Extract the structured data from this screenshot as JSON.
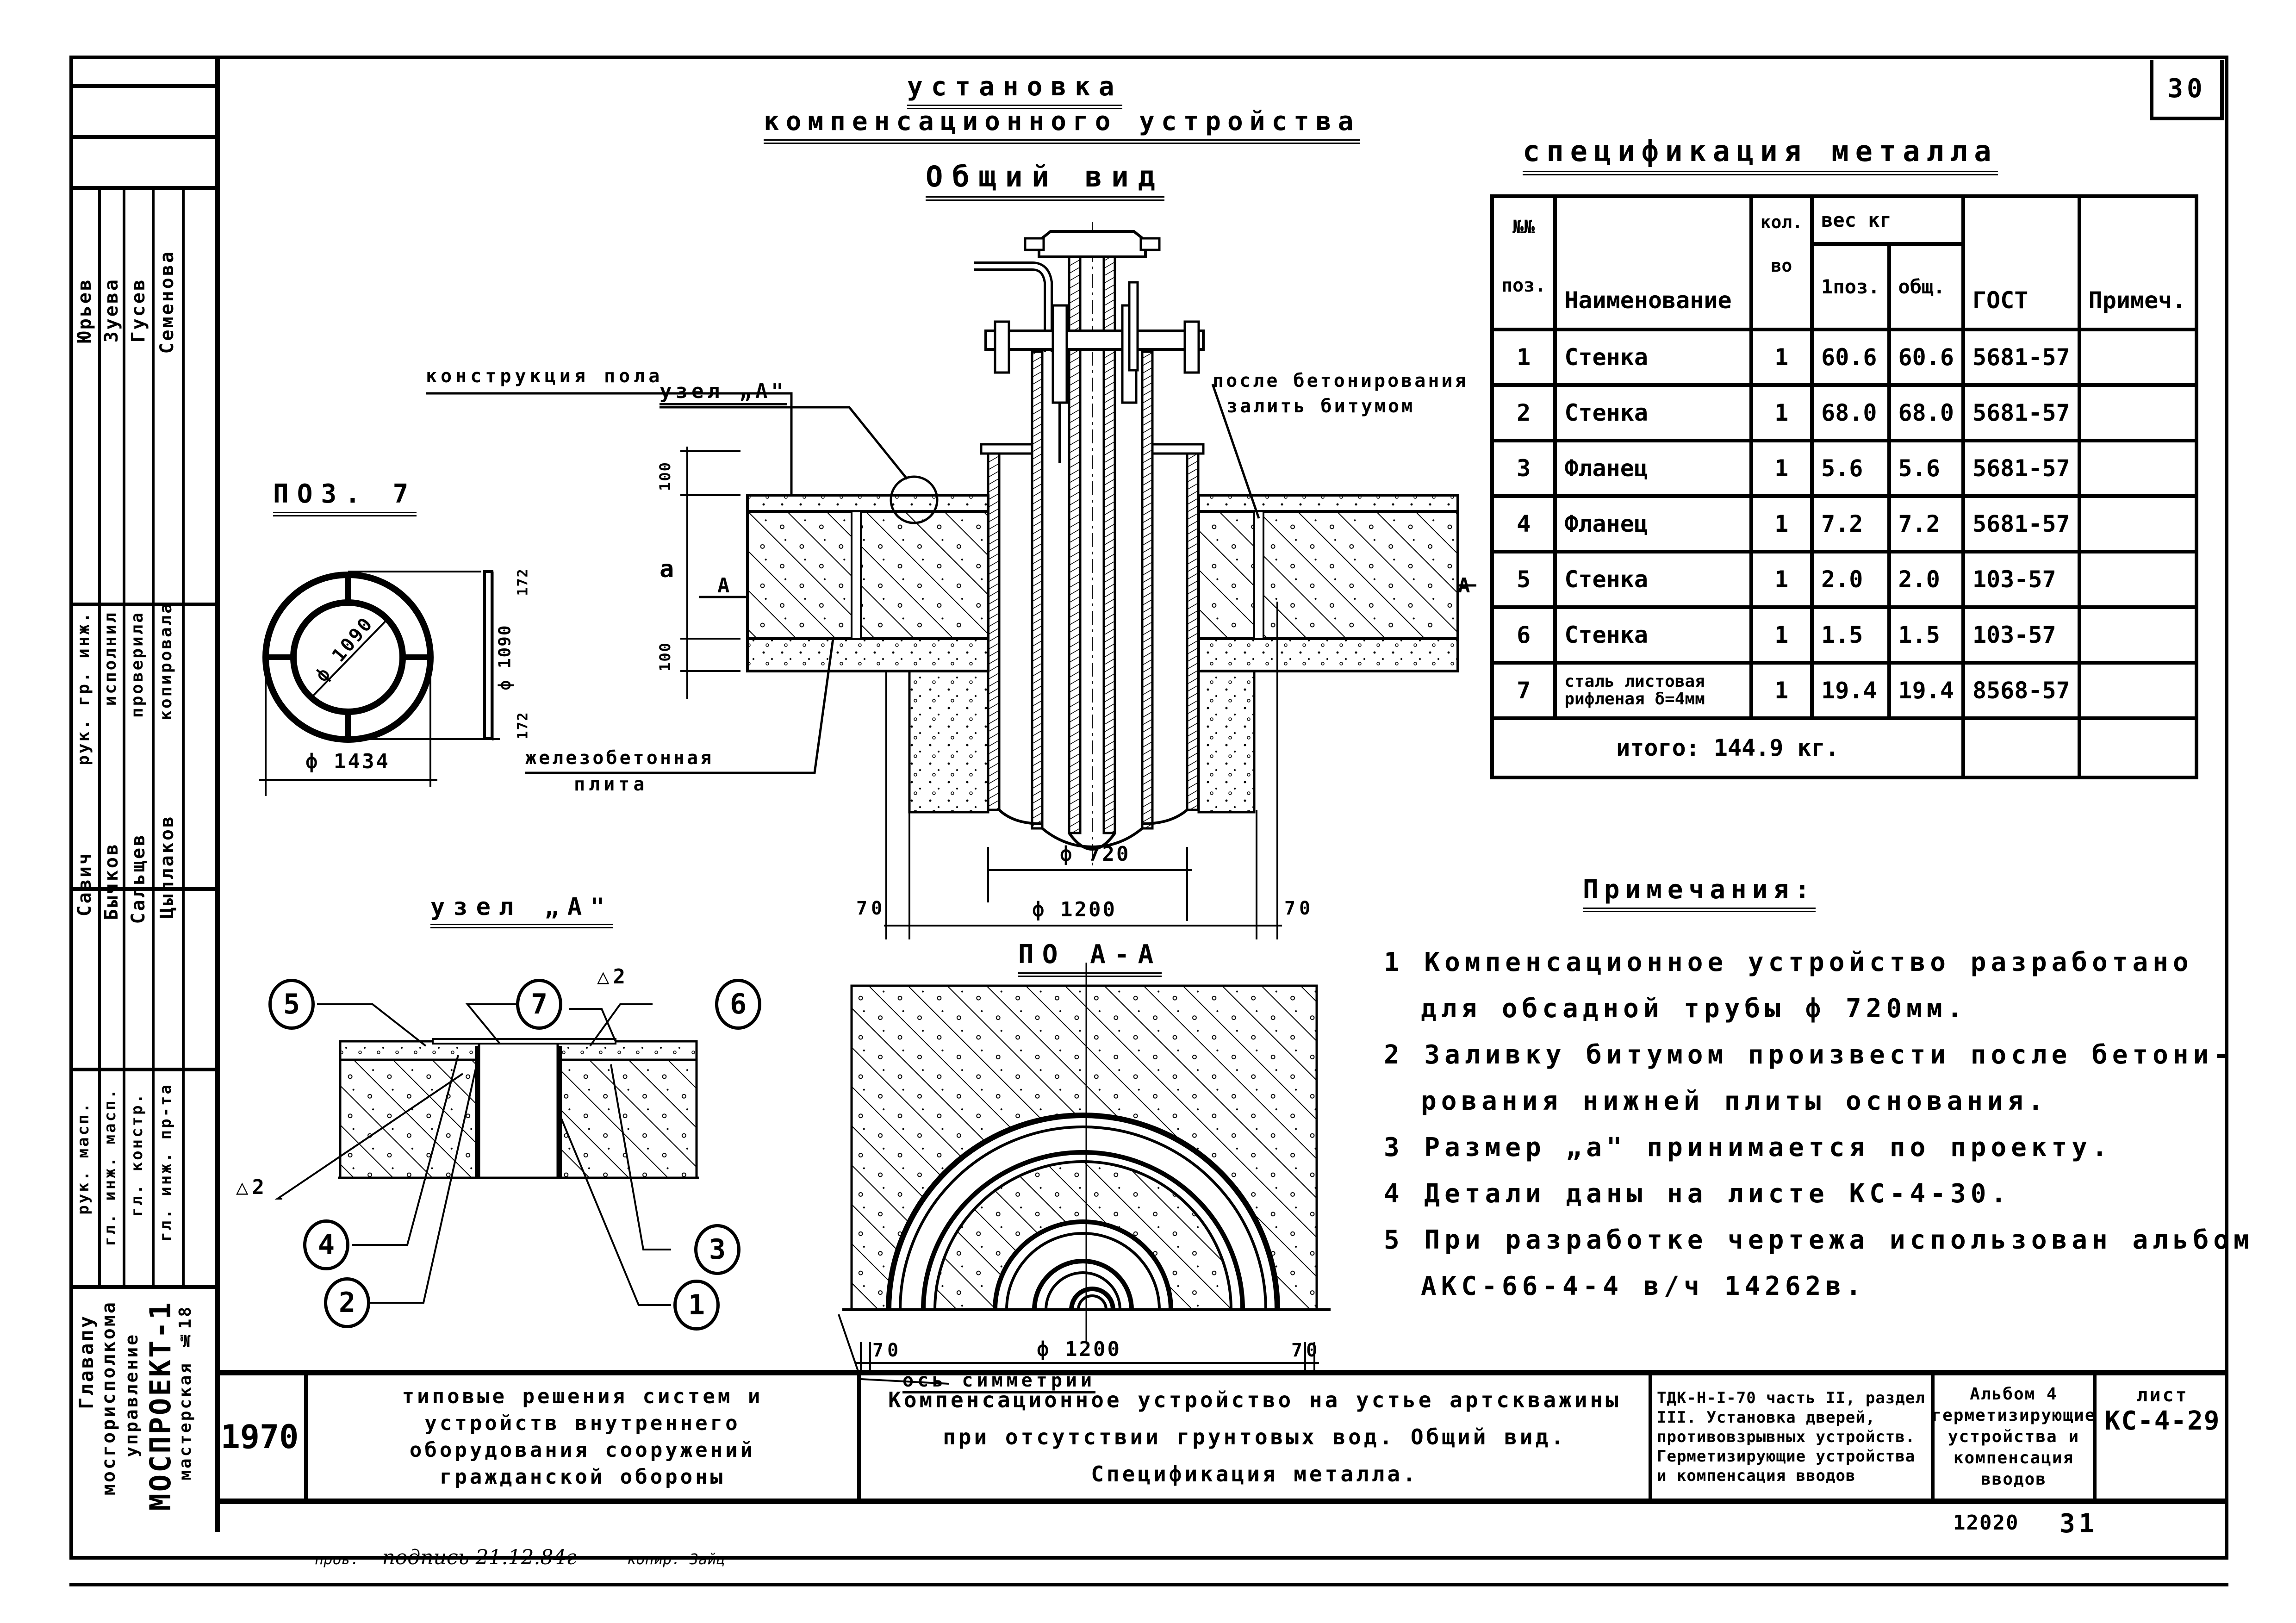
{
  "sheet": {
    "corner_number": "30",
    "main_title_line1": "установка",
    "main_title_line2": "компенсационного устройства",
    "general_view_title": "Общий вид",
    "year": "1970",
    "album_series": "типовые решения систем и устройств внутреннего оборудования сооружений гражданской обороны",
    "drawing_title": "Компенсационное устройство на устье артскважины при отсутствии грунтовых вод. Общий вид. Спецификация металла.",
    "reference": "ТДК-Н-I-70 часть II, раздел III. Установка дверей, противовзрывных устройств. Герметизирующие устройства и компенсация вводов",
    "album": "Альбом 4 герметизирующие устройства и компенсация вводов",
    "sheet_label": "лист",
    "sheet_code": "КС-4-29",
    "archive_number": "12020",
    "archive_page": "31",
    "footer_checked": "пров.",
    "footer_signature": "подпись 21.12.84г",
    "footer_copied": "копир. Зайц"
  },
  "organization": {
    "line1": "Главапу",
    "line2": "мосгорисполкома",
    "line3": "управление",
    "line4": "МОСПРОЕКТ-1",
    "line5": "мастерская №18"
  },
  "signatures": {
    "top_names": [
      "Юрьев",
      "Зуева",
      "Гусев",
      "Семенова",
      ""
    ],
    "roles": [
      "рук. гр. инж.",
      "исполнил",
      "проверила",
      "копировала",
      ""
    ],
    "names": [
      "Савич",
      "Бычков",
      "Сальщев",
      "Цыплаков",
      ""
    ],
    "bottom_roles": [
      "рук. масп.",
      "гл. инж. масп.",
      "гл. констр.",
      "гл. инж. пр-та",
      ""
    ]
  },
  "drawing": {
    "labels": {
      "node_a_ref": "узел „А\"",
      "floor_construction": "конструкция пола",
      "after_concreting_1": "после бетонирования",
      "after_concreting_2": "залить битумом",
      "rc_slab_1": "железобетонная",
      "rc_slab_2": "плита",
      "pos7_title": "ПОЗ. 7",
      "node_a_title": "узел „А\"",
      "section_title": "ПО А-А",
      "symmetry_axis": "ось симметрии",
      "section_mark": "А",
      "dim_a": "а"
    },
    "dimensions": {
      "d1434": "ф 1434",
      "d1090": "ф 1090",
      "d1090v": "ф 1090",
      "d172a": "172",
      "d172b": "172",
      "d100a": "100",
      "d100b": "100",
      "d720": "ф 720",
      "d1200": "ф 1200",
      "d70l": "70",
      "d70r": "70",
      "sec_d1200": "ф 1200",
      "sec_70l": "70",
      "sec_70r": "70",
      "weld": "△2"
    },
    "callouts": [
      "1",
      "2",
      "3",
      "4",
      "5",
      "6",
      "7"
    ]
  },
  "spec": {
    "title": "спецификация металла",
    "headers": {
      "pos_top": "№№",
      "pos_bottom": "поз.",
      "name": "Наименование",
      "qty_top": "кол.",
      "qty_bottom": "во",
      "weight": "вес кг",
      "weight_each": "1поз.",
      "weight_total": "общ.",
      "gost": "ГОСТ",
      "note": "Примеч."
    },
    "rows": [
      {
        "pos": "1",
        "name": "Стенка",
        "qty": "1",
        "each": "60.6",
        "total": "60.6",
        "gost": "5681-57",
        "note": ""
      },
      {
        "pos": "2",
        "name": "Стенка",
        "qty": "1",
        "each": "68.0",
        "total": "68.0",
        "gost": "5681-57",
        "note": ""
      },
      {
        "pos": "3",
        "name": "Фланец",
        "qty": "1",
        "each": "5.6",
        "total": "5.6",
        "gost": "5681-57",
        "note": ""
      },
      {
        "pos": "4",
        "name": "Фланец",
        "qty": "1",
        "each": "7.2",
        "total": "7.2",
        "gost": "5681-57",
        "note": ""
      },
      {
        "pos": "5",
        "name": "Стенка",
        "qty": "1",
        "each": "2.0",
        "total": "2.0",
        "gost": "103-57",
        "note": ""
      },
      {
        "pos": "6",
        "name": "Стенка",
        "qty": "1",
        "each": "1.5",
        "total": "1.5",
        "gost": "103-57",
        "note": ""
      },
      {
        "pos": "7",
        "name": "сталь листовая рифленая δ=4мм",
        "qty": "1",
        "each": "19.4",
        "total": "19.4",
        "gost": "8568-57",
        "note": ""
      }
    ],
    "total_label": "итого: 144.9 кг."
  },
  "notes": {
    "title": "Примечания:",
    "items": [
      "1 Компенсационное устройство разработано",
      "для обсадной трубы ф 720мм.",
      "2 Заливку битумом произвести после бетони-",
      "рования нижней плиты основания.",
      "3 Размер „а\" принимается по проекту.",
      "4 Детали даны на листе КС-4-30.",
      "5 При разработке чертежа использован альбом",
      "АКС-66-4-4 в/ч 14262в."
    ]
  }
}
